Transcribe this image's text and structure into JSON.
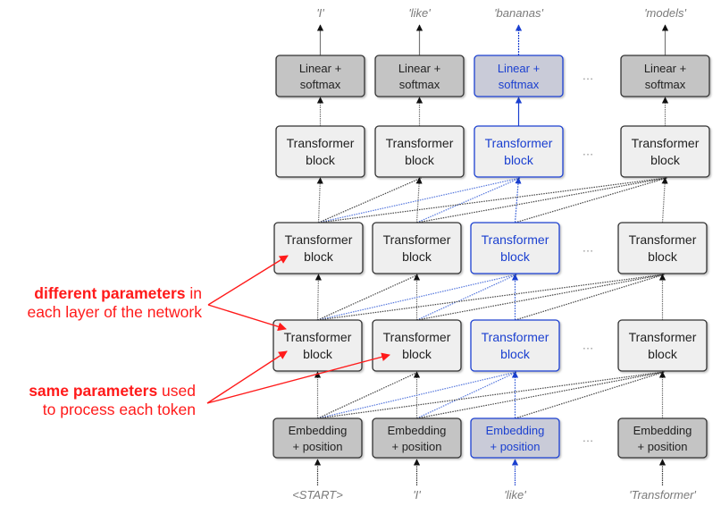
{
  "colors": {
    "normal_text": "#222222",
    "highlight": "#1a3fd0",
    "highlight_line": "#5577dd",
    "dark_box_fill": "#c4c4c4",
    "light_box_fill": "#efefef",
    "highlight_fill_dark": "#c9cbd8",
    "highlight_fill_light": "#efefef",
    "annotation": "#ff1a1a",
    "token_text": "#7a7a7a"
  },
  "highlight_column": 2,
  "ellipsis": "…",
  "output_tokens": [
    "'I'",
    "'like'",
    "'bananas'",
    "'models'"
  ],
  "input_tokens": [
    "<START>",
    "'I'",
    "'like'",
    "'Transformer'"
  ],
  "layers": [
    {
      "id": "linear-softmax",
      "lines": [
        "Linear +",
        "softmax"
      ],
      "style": "dark"
    },
    {
      "id": "transformer-3",
      "lines": [
        "Transformer",
        "block"
      ],
      "style": "light"
    },
    {
      "id": "transformer-2",
      "lines": [
        "Transformer",
        "block"
      ],
      "style": "light"
    },
    {
      "id": "transformer-1",
      "lines": [
        "Transformer",
        "block"
      ],
      "style": "light"
    },
    {
      "id": "embedding",
      "lines": [
        "Embedding",
        "+ position"
      ],
      "style": "dark"
    }
  ],
  "annotations": {
    "different": {
      "bold": "different parameters",
      "rest1": " in",
      "line2": "each layer of the network"
    },
    "same": {
      "bold": "same parameters",
      "rest1": " used",
      "line2": "to process each token"
    }
  }
}
